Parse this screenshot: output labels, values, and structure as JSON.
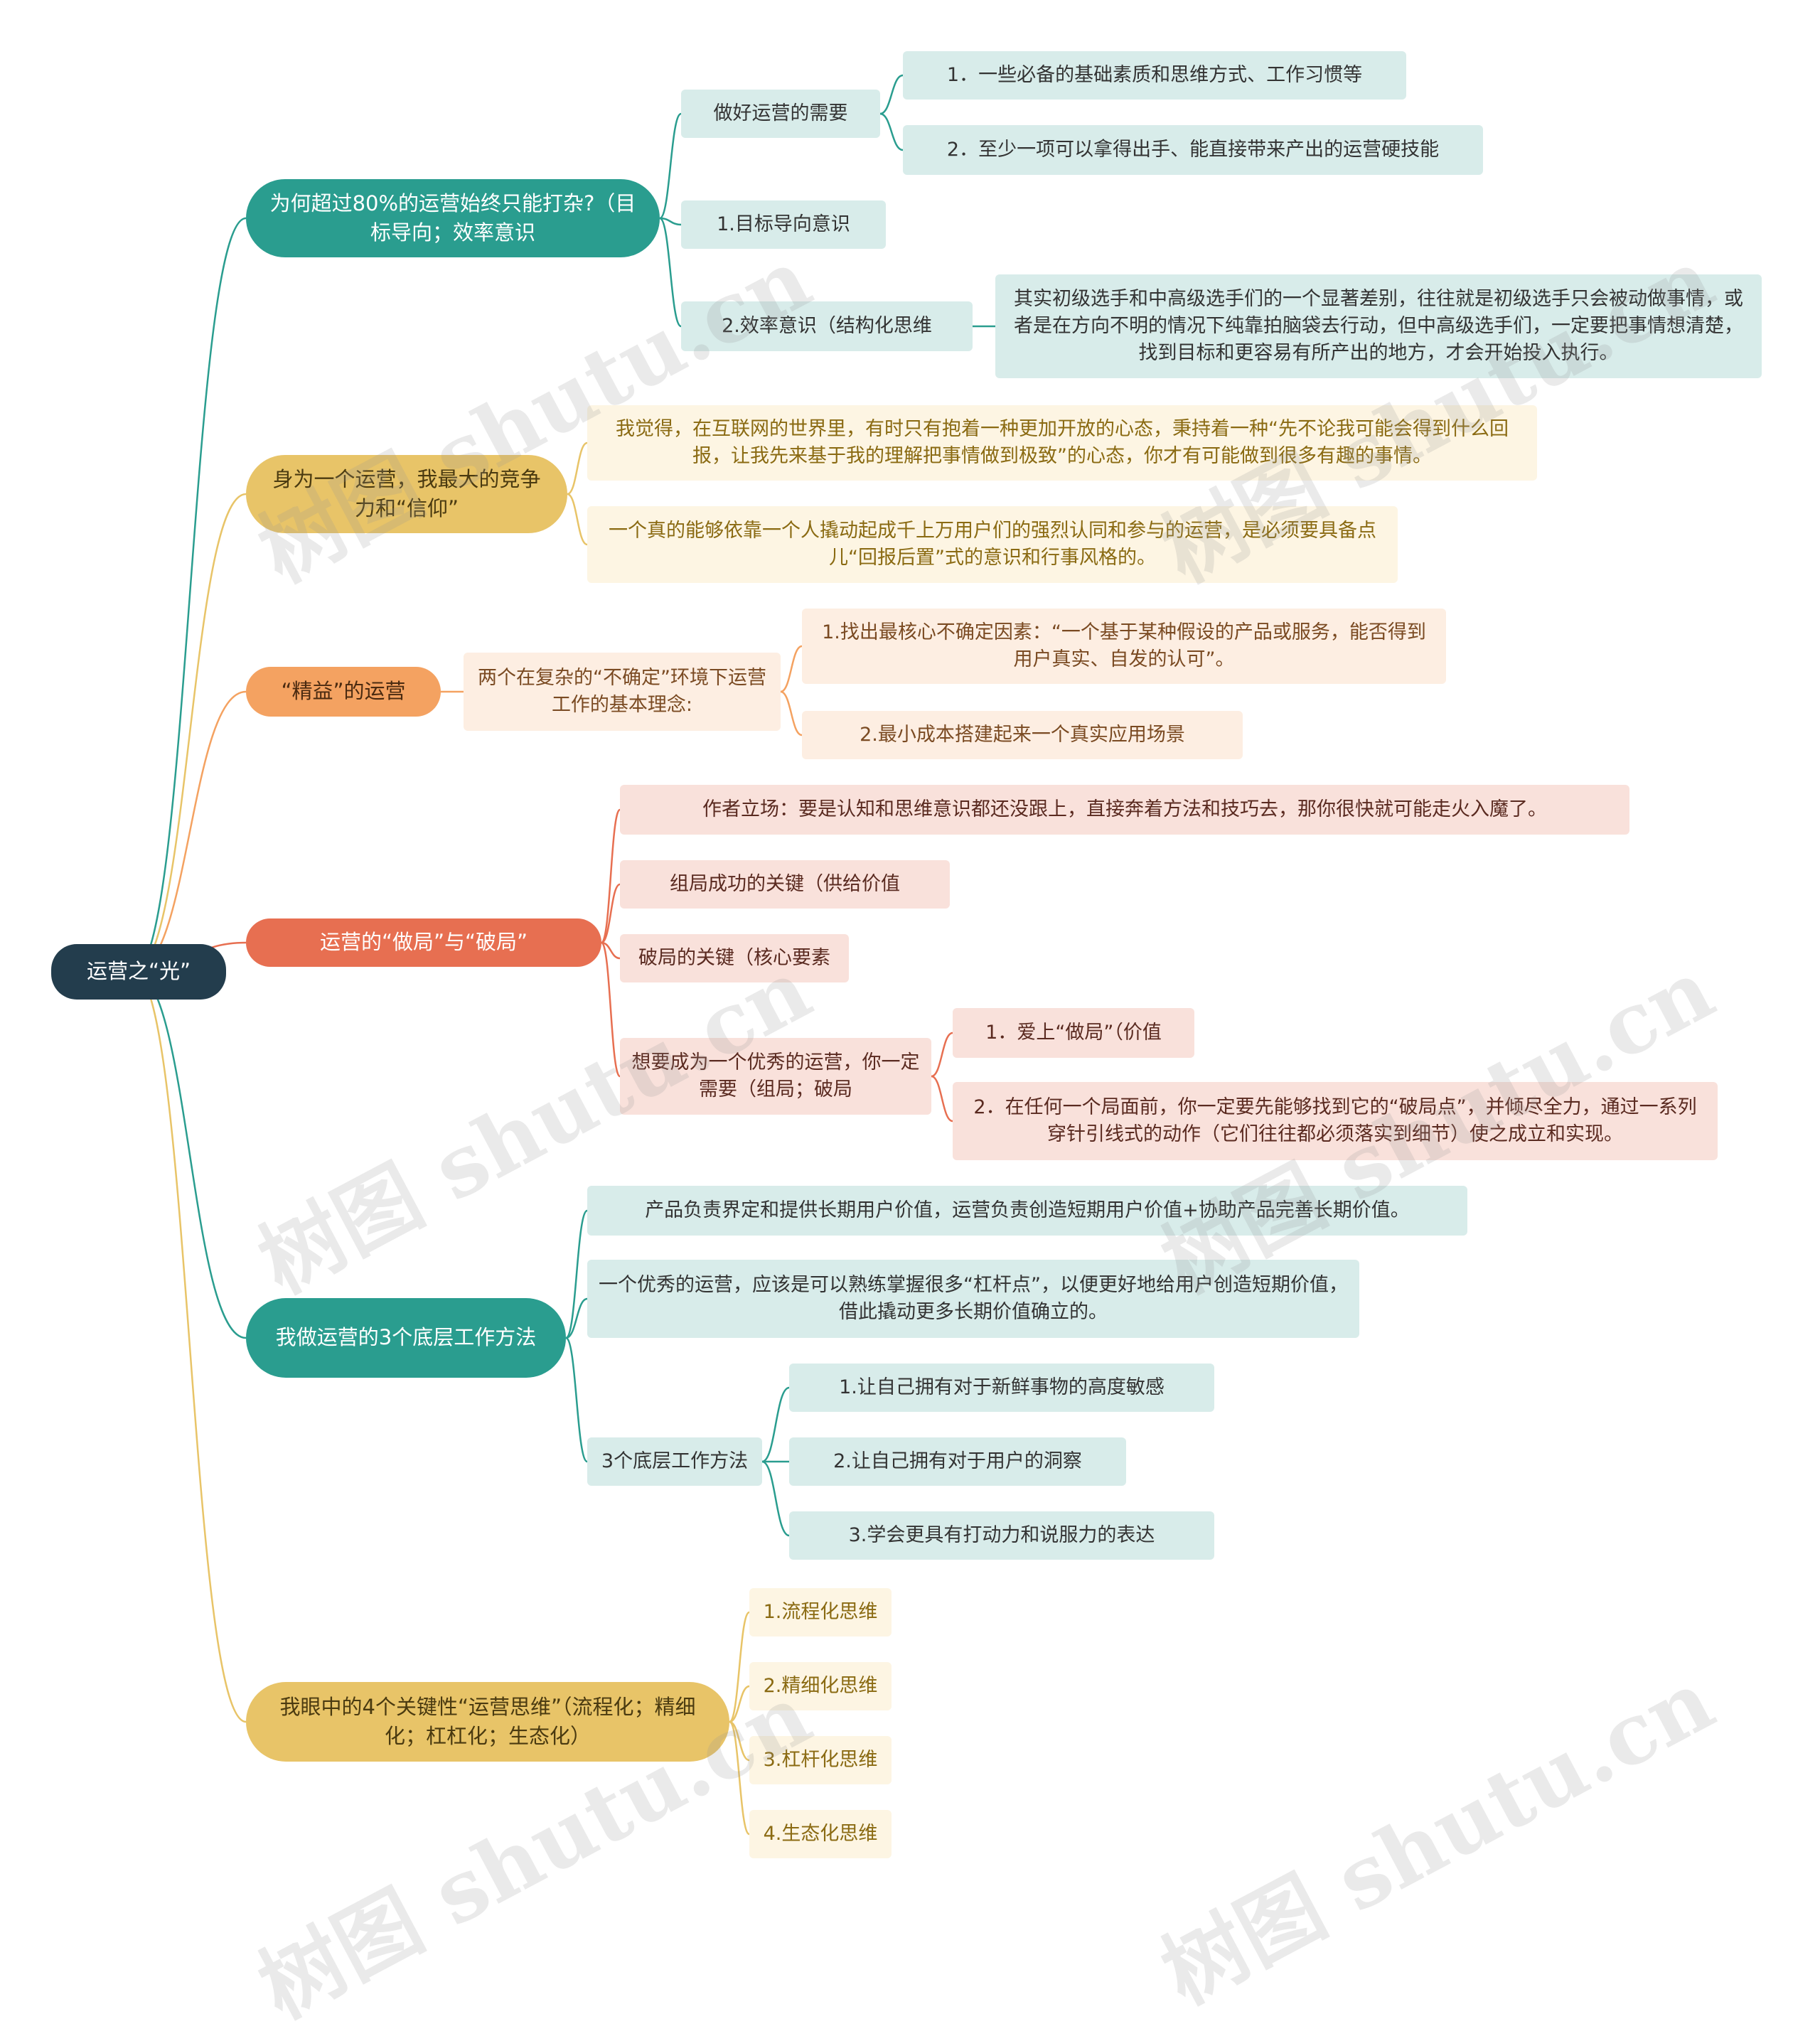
{
  "root": "运营之“光”",
  "colors": {
    "root": "#233d4d",
    "teal": "#2a9d8f",
    "teal_light": "#d8ecea",
    "yellow": "#e8c468",
    "yellow_light": "#fdf5e3",
    "yellow_text": "#8a6a12",
    "orange": "#f4a261",
    "orange_light": "#fdeee2",
    "red": "#e76f51",
    "red_light": "#f9e1db"
  },
  "branches": [
    {
      "label": "为何超过80%的运营始终只能打杂?（目标导向；效率意识",
      "theme": "teal",
      "children": [
        {
          "label": "做好运营的需要",
          "children": [
            {
              "label": "1．一些必备的基础素质和思维方式、工作习惯等"
            },
            {
              "label": "2．至少一项可以拿得出手、能直接带来产出的运营硬技能"
            }
          ]
        },
        {
          "label": "1.目标导向意识"
        },
        {
          "label": "2.效率意识（结构化思维",
          "children": [
            {
              "label": "其实初级选手和中高级选手们的一个显著差别，往往就是初级选手只会被动做事情，或者是在方向不明的情况下纯靠拍脑袋去行动，但中高级选手们，一定要把事情想清楚，找到目标和更容易有所产出的地方，才会开始投入执行。"
            }
          ]
        }
      ]
    },
    {
      "label": "身为一个运营，我最大的竞争力和“信仰”",
      "theme": "yellow",
      "children": [
        {
          "label": "我觉得，在互联网的世界里，有时只有抱着一种更加开放的心态，秉持着一种“先不论我可能会得到什么回报，让我先来基于我的理解把事情做到极致”的心态，你才有可能做到很多有趣的事情。"
        },
        {
          "label": "一个真的能够依靠一个人撬动起成千上万用户们的强烈认同和参与的运营，是必须要具备点儿“回报后置”式的意识和行事风格的。"
        }
      ]
    },
    {
      "label": "“精益”的运营",
      "theme": "orange",
      "children": [
        {
          "label": "两个在复杂的“不确定”环境下运营工作的基本理念:",
          "children": [
            {
              "label": "1.找出最核心不确定因素：“一个基于某种假设的产品或服务，能否得到用户真实、自发的认可”。"
            },
            {
              "label": "2.最小成本搭建起来一个真实应用场景"
            }
          ]
        }
      ]
    },
    {
      "label": "运营的“做局”与“破局”",
      "theme": "red",
      "children": [
        {
          "label": "作者立场：要是认知和思维意识都还没跟上，直接奔着方法和技巧去，那你很快就可能走火入魔了。"
        },
        {
          "label": "组局成功的关键（供给价值"
        },
        {
          "label": "破局的关键（核心要素"
        },
        {
          "label": "想要成为一个优秀的运营，你一定需要（组局；破局",
          "children": [
            {
              "label": "1．爱上“做局”（价值"
            },
            {
              "label": "2．在任何一个局面前，你一定要先能够找到它的“破局点”，并倾尽全力，通过一系列穿针引线式的动作（它们往往都必须落实到细节）使之成立和实现。"
            }
          ]
        }
      ]
    },
    {
      "label": "我做运营的3个底层工作方法",
      "theme": "teal",
      "children": [
        {
          "label": "产品负责界定和提供长期用户价值，运营负责创造短期用户价值+协助产品完善长期价值。"
        },
        {
          "label": "一个优秀的运营，应该是可以熟练掌握很多“杠杆点”，以便更好地给用户创造短期价值，借此撬动更多长期价值确立的。"
        },
        {
          "label": "3个底层工作方法",
          "children": [
            {
              "label": "1.让自己拥有对于新鲜事物的高度敏感"
            },
            {
              "label": "2.让自己拥有对于用户的洞察"
            },
            {
              "label": "3.学会更具有打动力和说服力的表达"
            }
          ]
        }
      ]
    },
    {
      "label": "我眼中的4个关键性“运营思维”（流程化；精细化；杠杠化；生态化）",
      "theme": "yellow",
      "children": [
        {
          "label": "1.流程化思维"
        },
        {
          "label": "2.精细化思维"
        },
        {
          "label": "3.杠杆化思维"
        },
        {
          "label": "4.生态化思维"
        }
      ]
    }
  ],
  "watermark": "树图 shutu.cn"
}
